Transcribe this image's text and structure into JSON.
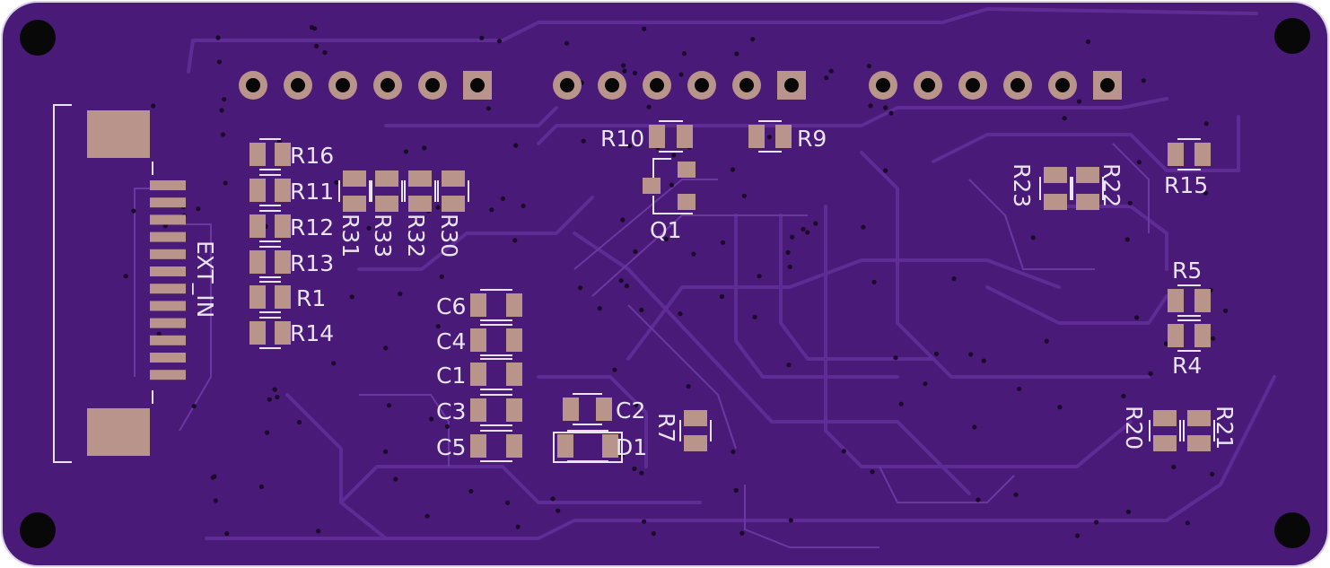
{
  "colors": {
    "board": "#4a1a78",
    "copper": "#5b2a90",
    "trace": "#6a38a0",
    "pad": "#b8948a",
    "silkscreen": "#e8e4f0",
    "hole": "#080808"
  },
  "connector": {
    "label": "EXT_IN"
  },
  "headers": [
    {
      "pins": 6
    },
    {
      "pins": 6
    },
    {
      "pins": 6
    }
  ],
  "labels": {
    "r16": "R16",
    "r11": "R11",
    "r12": "R12",
    "r13": "R13",
    "r1": "R1",
    "r14": "R14",
    "r31": "R31",
    "r33": "R33",
    "r32": "R32",
    "r30": "R30",
    "c6": "C6",
    "c4": "C4",
    "c1": "C1",
    "c3": "C3",
    "c5": "C5",
    "c2": "C2",
    "d1": "D1",
    "r7": "R7",
    "r10": "R10",
    "r9": "R9",
    "q1": "Q1",
    "r23": "R23",
    "r22": "R22",
    "r15": "R15",
    "r5": "R5",
    "r4": "R4",
    "r20": "R20",
    "r21": "R21"
  }
}
